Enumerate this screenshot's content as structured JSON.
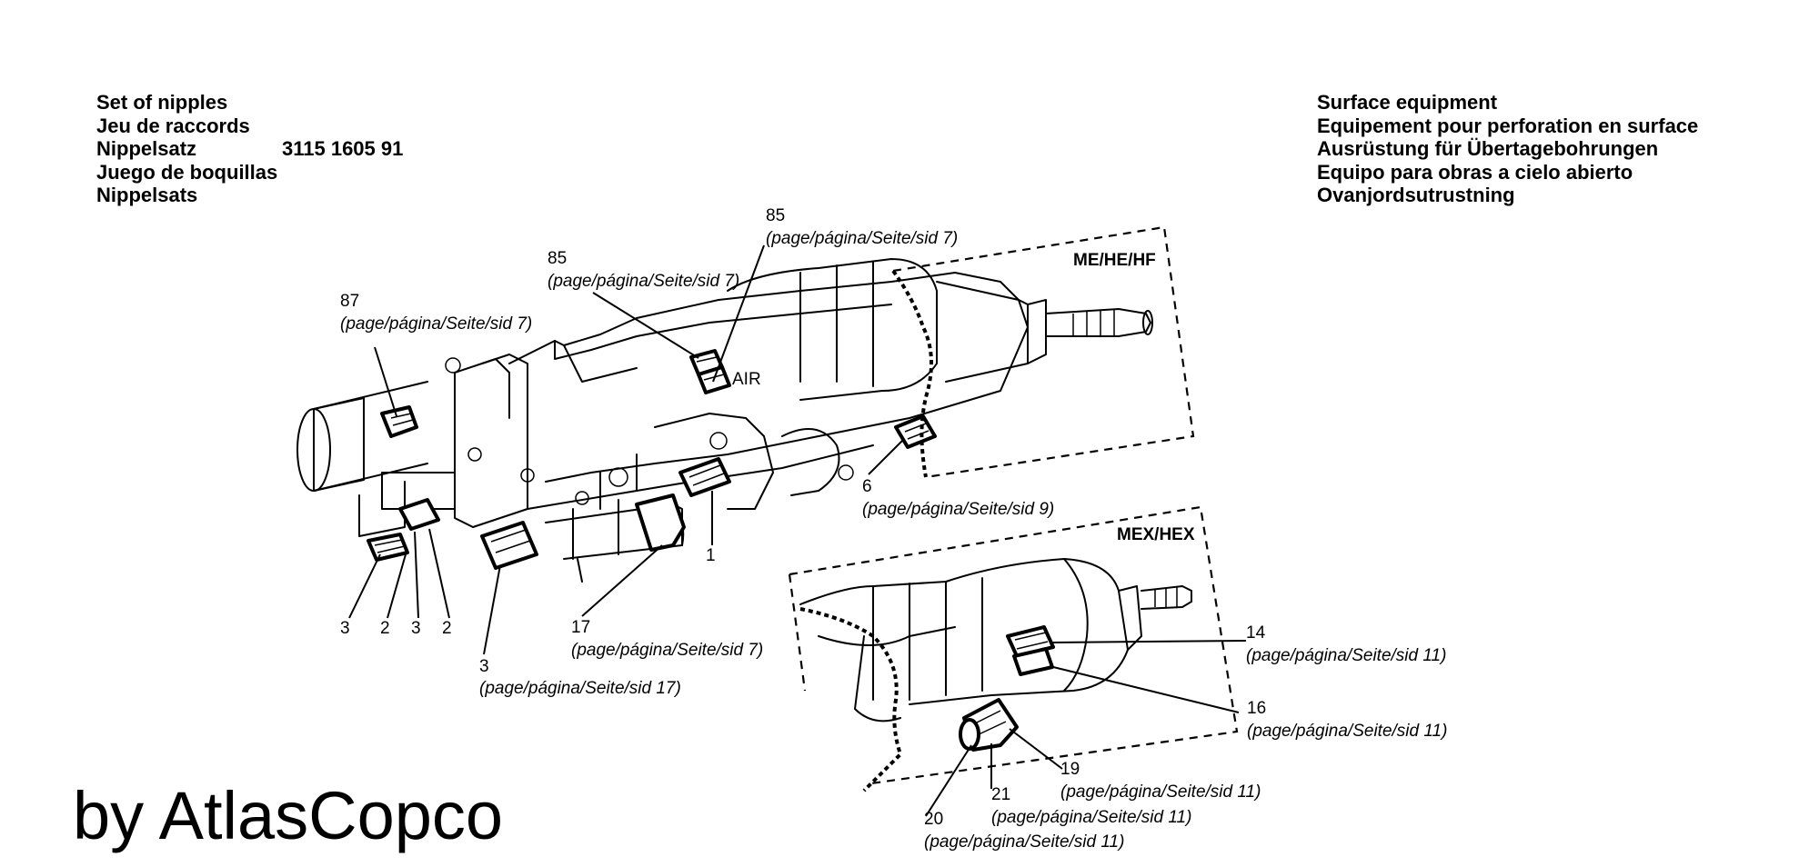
{
  "header_left": {
    "lines": [
      "Set of nipples",
      "Jeu de raccords",
      "Nippelsatz",
      "Juego de boquillas",
      "Nippelsats"
    ],
    "part_number": "3115 1605 91"
  },
  "header_right": {
    "lines": [
      "Surface equipment",
      "Equipement pour perforation en surface",
      "Ausrüstung für Übertagebohrungen",
      "Equipo para obras a cielo abierto",
      "Ovanjordsutrustning"
    ]
  },
  "variants": {
    "top": "ME/HE/HF",
    "bottom": "MEX/HEX"
  },
  "drawing_text": {
    "air": "AIR"
  },
  "callouts": {
    "c87": {
      "num": "87",
      "ref": "(page/página/Seite/sid 7)"
    },
    "c85a": {
      "num": "85",
      "ref": "(page/página/Seite/sid 7)"
    },
    "c85b": {
      "num": "85",
      "ref": "(page/página/Seite/sid 7)"
    },
    "c6": {
      "num": "6",
      "ref": "(page/página/Seite/sid 9)"
    },
    "c1": {
      "num": "1"
    },
    "c3a": {
      "num": "3"
    },
    "c2a": {
      "num": "2"
    },
    "c3b": {
      "num": "3"
    },
    "c2b": {
      "num": "2"
    },
    "c3c": {
      "num": "3",
      "ref": "(page/página/Seite/sid 17)"
    },
    "c17": {
      "num": "17",
      "ref": "(page/página/Seite/sid 7)"
    },
    "c14": {
      "num": "14",
      "ref": "(page/página/Seite/sid 11)"
    },
    "c16": {
      "num": "16",
      "ref": "(page/página/Seite/sid 11)"
    },
    "c19": {
      "num": "19",
      "ref": "(page/página/Seite/sid 11)"
    },
    "c21": {
      "num": "21",
      "ref": "(page/página/Seite/sid 11)"
    },
    "c20": {
      "num": "20",
      "ref": "(page/página/Seite/sid 11)"
    }
  },
  "watermark": "by AtlasCopco"
}
